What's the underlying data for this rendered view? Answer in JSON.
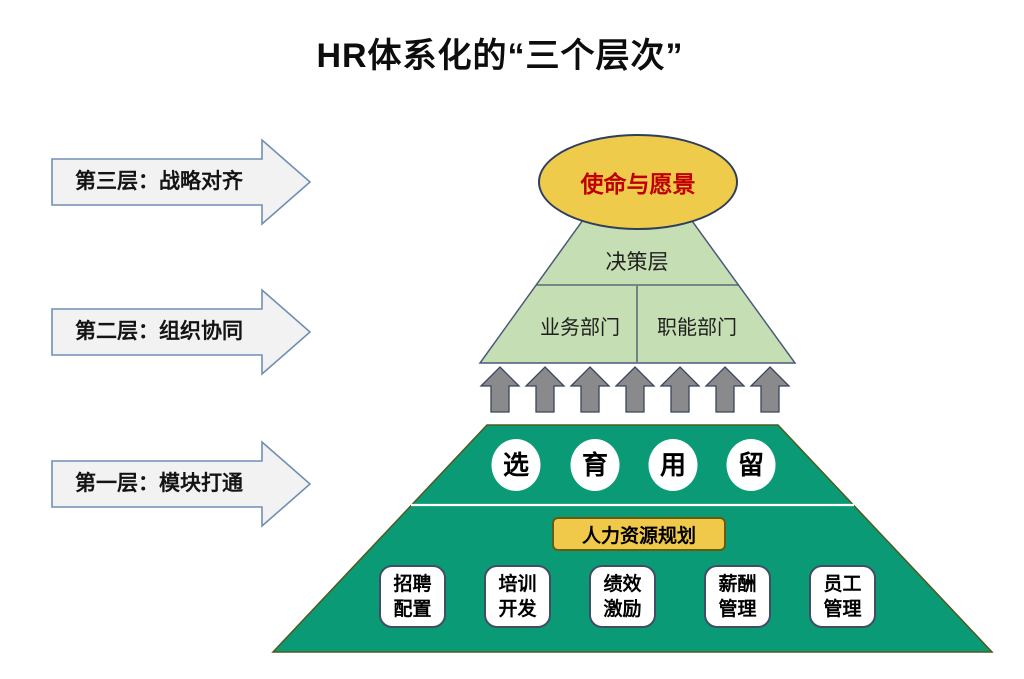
{
  "title": "HR体系化的“三个层次”",
  "levels": [
    {
      "label": "第三层：战略对齐"
    },
    {
      "label": "第二层：组织协同"
    },
    {
      "label": "第一层：模块打通"
    }
  ],
  "strategy_layer": {
    "mission_vision": "使命与愿景"
  },
  "organization_layer": {
    "decision": "决策层",
    "business_dept": "业务部门",
    "functional_dept": "职能部门"
  },
  "modules_layer": {
    "circles": [
      "选",
      "育",
      "用",
      "留"
    ],
    "planning_label": "人力资源规划",
    "module_boxes": [
      {
        "line1": "招聘",
        "line2": "配置"
      },
      {
        "line1": "培训",
        "line2": "开发"
      },
      {
        "line1": "绩效",
        "line2": "激励"
      },
      {
        "line1": "薪酬",
        "line2": "管理"
      },
      {
        "line1": "员工",
        "line2": "管理"
      }
    ]
  },
  "up_arrows_count": 7,
  "colors": {
    "ellipse_fill": "#efcb4b",
    "mission_text": "#c00000",
    "triangle_fill": "#c5deb3",
    "trapezoid_fill": "#0a9b76",
    "planning_fill": "#f0c84a",
    "up_arrow_fill": "#8a8a8c",
    "callout_arrow_fill": "#f2f2f2",
    "callout_arrow_border": "#6f8fb5",
    "dark_navy_border": "#2e3f5c"
  }
}
